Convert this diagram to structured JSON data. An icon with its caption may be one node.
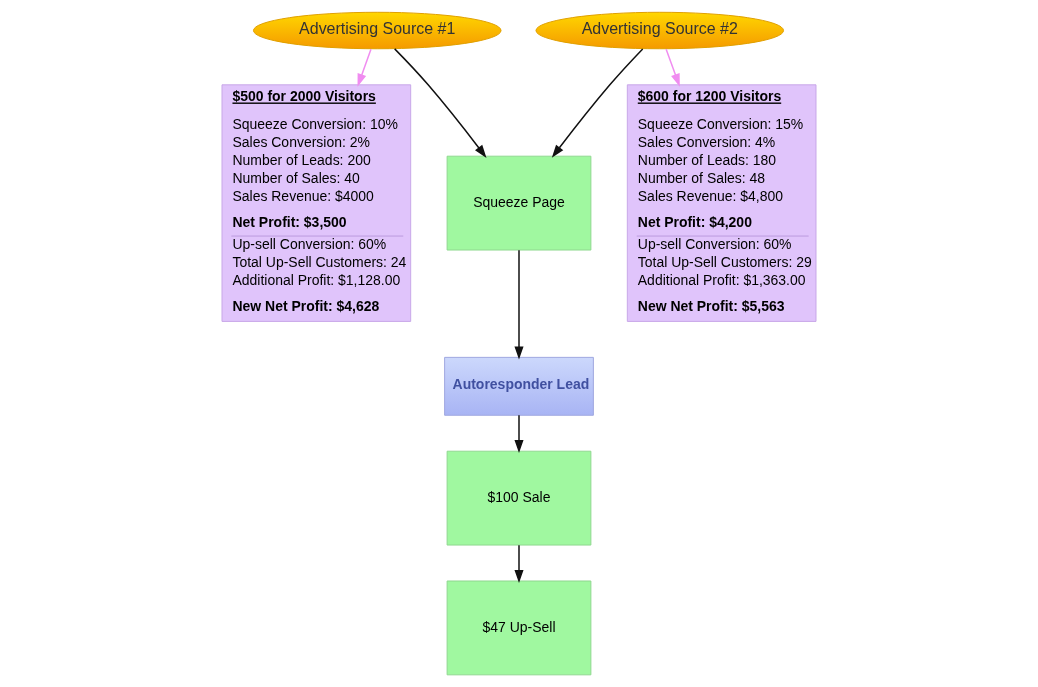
{
  "diagram": {
    "nodes": [
      {
        "text": [
          "Advertising Source #1"
        ]
      },
      {
        "text": [
          "Advertising Source #2"
        ]
      },
      {
        "text": [
          "$500 for 2000 Visitors",
          "Squeeze Conversion: 10%",
          "Sales Conversion: 2%",
          "Number of Leads: 200",
          "Number of Sales: 40",
          "Sales Revenue: $4000",
          "Net Profit: $3,500",
          "Up-sell Conversion: 60%",
          "Total Up-Sell Customers: 24",
          "Additional Profit: $1,128.00",
          "New Net Profit: $4,628"
        ]
      },
      {
        "text": [
          "Squeeze Page"
        ]
      },
      {
        "text": [
          "Autoresponder Lead"
        ]
      },
      {
        "text": [
          "$100 Sale"
        ]
      },
      {
        "text": [
          "$47 Up-Sell"
        ]
      },
      {
        "text": [
          "$600 for 1200 Visitors",
          "Squeeze Conversion: 15%",
          "Sales Conversion: 4%",
          "Number of Leads: 180",
          "Number of Sales: 48",
          "Sales Revenue: $4,800",
          "Net Profit: $4,200",
          "Up-sell Conversion: 60%",
          "Total Up-Sell Customers: 29",
          "Additional Profit: $1,363.00",
          "New Net Profit: $5,563"
        ]
      }
    ],
    "edges": [
      {
        "from": 0,
        "to": 2,
        "arrow": "to",
        "color": "#f08cf0"
      },
      {
        "from": 1,
        "to": 7,
        "arrow": "to",
        "color": "#f08cf0"
      },
      {
        "from": 0,
        "to": 3,
        "arrow": "to"
      },
      {
        "from": 1,
        "to": 3,
        "arrow": "to"
      },
      {
        "from": 3,
        "to": 4,
        "arrow": "to"
      },
      {
        "from": 4,
        "to": 5,
        "arrow": "to"
      },
      {
        "from": 5,
        "to": 6,
        "arrow": "to"
      }
    ]
  }
}
